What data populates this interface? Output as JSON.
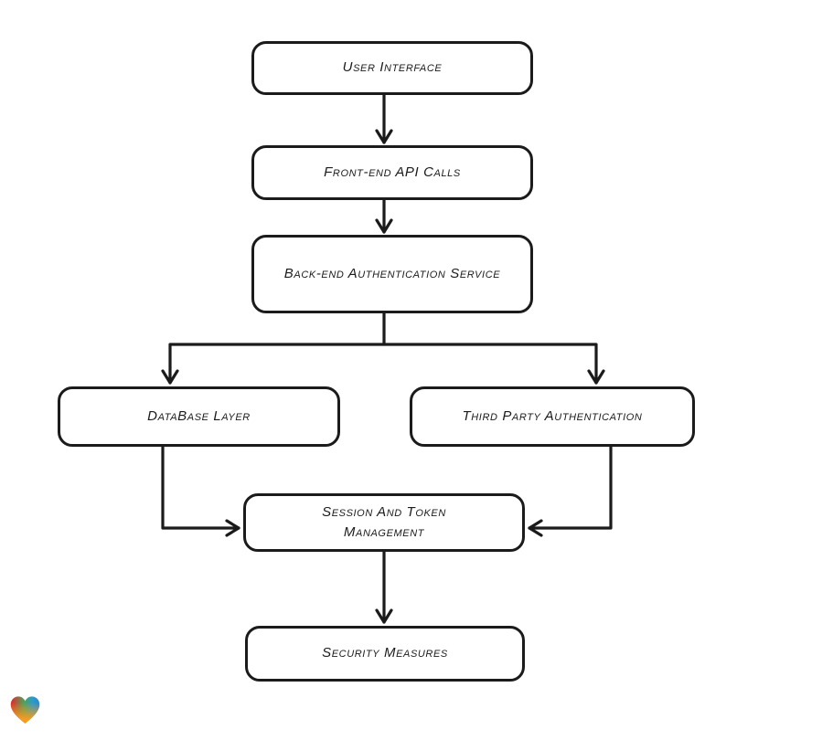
{
  "canvas": {
    "background": "#ffffff",
    "stroke_color": "#1b1b1b",
    "node_fill": "#ffffff",
    "text_color": "#1b1b1b"
  },
  "diagram": {
    "type": "flowchart",
    "nodes": [
      {
        "id": "user-interface",
        "label": "User Interface"
      },
      {
        "id": "front-end-api-calls",
        "label": "Front-end API Calls"
      },
      {
        "id": "back-end-authentication-service",
        "label": "Back-end Authentication Service"
      },
      {
        "id": "database-layer",
        "label": "DataBase Layer"
      },
      {
        "id": "third-party-authentication",
        "label": "Third Party Authentication"
      },
      {
        "id": "session-and-token-management",
        "label": "Session And Token Management"
      },
      {
        "id": "security-measures",
        "label": "Security Measures"
      }
    ],
    "edges": [
      {
        "from": "user-interface",
        "to": "front-end-api-calls"
      },
      {
        "from": "front-end-api-calls",
        "to": "back-end-authentication-service"
      },
      {
        "from": "back-end-authentication-service",
        "to": "database-layer"
      },
      {
        "from": "back-end-authentication-service",
        "to": "third-party-authentication"
      },
      {
        "from": "database-layer",
        "to": "session-and-token-management"
      },
      {
        "from": "third-party-authentication",
        "to": "session-and-token-management"
      },
      {
        "from": "session-and-token-management",
        "to": "security-measures"
      }
    ]
  },
  "branding": {
    "logo_name": "gradient-heart-logo",
    "logo_colors": [
      "#e42728",
      "#53a158",
      "#2d9bd8",
      "#f79d1e"
    ]
  }
}
